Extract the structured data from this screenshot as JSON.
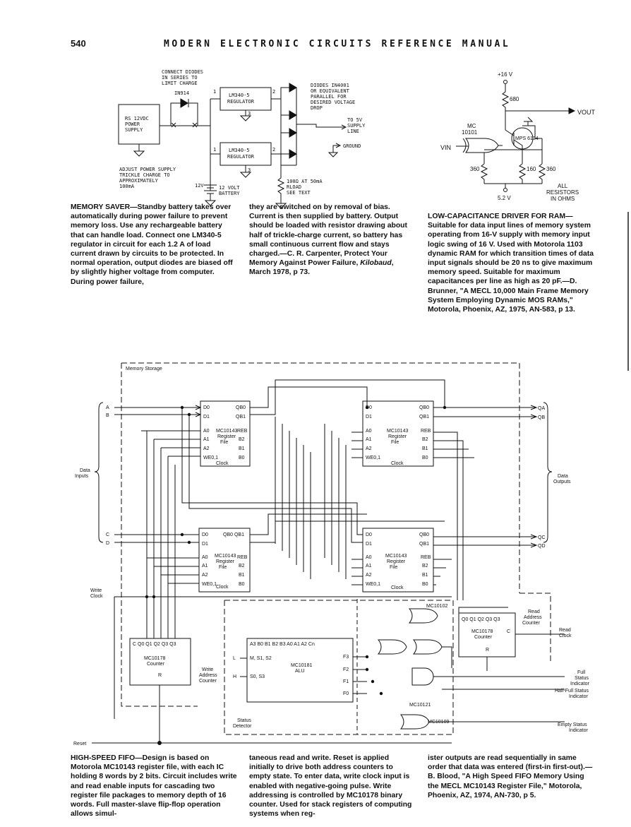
{
  "page": {
    "number": "540",
    "running_head": "MODERN ELECTRONIC CIRCUITS REFERENCE MANUAL"
  },
  "memory_saver": {
    "labels": {
      "connect_diodes": [
        "CONNECT DIODES",
        "IN SERIES TO",
        "LIMIT CHARGE"
      ],
      "in914": "IN914",
      "power_supply": [
        "RS 12VDC",
        "POWER",
        "SUPPLY"
      ],
      "adjust": [
        "ADJUST POWER SUPPLY",
        "TRICKLE CHARGE TO",
        "APPROXIMATELY",
        "100mA"
      ],
      "reg1": [
        "LM340-5",
        "REGULATOR"
      ],
      "reg2": [
        "LM340-5",
        "REGULATOR"
      ],
      "diodes_note": [
        "DIODES IN4001",
        "OR EQUIVALENT",
        "PARALLEL FOR",
        "DESIRED VOLTAGE",
        "DROP"
      ],
      "to_5v": [
        "TO 5V",
        "SUPPLY",
        "LINE"
      ],
      "ground": "GROUND",
      "v12": "12V",
      "battery": [
        "12 VOLT",
        "BATTERY"
      ],
      "load": [
        "100Ω AT 50mA",
        "RLOAD",
        "SEE TEXT"
      ],
      "pins": [
        "1",
        "2",
        "3",
        "1",
        "2",
        "3"
      ]
    },
    "caption_title": "MEMORY SAVER",
    "caption_col1": "—Standby battery takes over automatically during power failure to prevent memory loss. Use any rechargeable battery that can handle load. Connect one LM340-5 regulator in circuit for each 1.2 A of load current drawn by circuits to be protected. In normal operation, output diodes are biased off by slightly higher voltage from computer. During power failure,",
    "caption_col2a": "they are switched on by removal of bias. Current is then supplied by battery. Output should be loaded with resistor drawing about half of trickle-charge current, so battery has small continuous current flow and stays charged.—C. R. Carpenter, Protect Your Memory Against Power Failure, ",
    "caption_col2_italic": "Kilobaud",
    "caption_col2b": ", March 1978, p 73."
  },
  "low_cap": {
    "labels": {
      "v16": "+16 V",
      "r680": "680",
      "vout": "VOUT",
      "mc": [
        "MC",
        "10101"
      ],
      "vin": "VIN",
      "mps": "MPS 6134",
      "r360a": "360",
      "r160": "160",
      "r360b": "360",
      "v52": "5.2 V",
      "all_res": [
        "ALL",
        "RESISTORS",
        "IN OHMS"
      ]
    },
    "caption_title": "LOW-CAPACITANCE DRIVER FOR RAM",
    "caption": "—Suitable for data input lines of memory system operating from 16-V supply with memory input logic swing of 16 V. Used with Motorola 1103 dynamic RAM for which transition times of data input signals should be 20 ns to give maximum memory speed. Suitable for maximum capacitances per line as high as 20 pF.—D. Brunner, \"A MECL 10,000 Main Frame Memory System Employing Dynamic MOS RAMs,\" Motorola, Phoenix, AZ, 1975, AN-583, p 13."
  },
  "fifo": {
    "labels": {
      "memory_storage": "Memory Storage",
      "chip": "MC10143",
      "register": "Register",
      "file": "File",
      "clock": "Clock",
      "d0": "D0",
      "d1": "D1",
      "a0": "A0",
      "a1": "A1",
      "a2": "A2",
      "we01": "WE0,1",
      "qb0": "QB0",
      "qb1": "QB1",
      "reb": "REB",
      "b2": "B2",
      "b1": "B1",
      "b0": "B0",
      "qb0qb1": "QB0 QB1",
      "in_a": "A",
      "in_b": "B",
      "in_c": "C",
      "in_d": "D",
      "out_qa": "QA",
      "out_qb": "QB",
      "out_qc": "QC",
      "out_qd": "QD",
      "data_inputs": [
        "Data",
        "Inputs"
      ],
      "data_outputs": [
        "Data",
        "Outputs"
      ],
      "write_clock": [
        "Write",
        "Clock"
      ],
      "reset": "Reset",
      "counter_pins": "C  Q0 Q1 Q2 Q3 Q3",
      "mc10178": "MC10178",
      "counter": "Counter",
      "r": "R",
      "write_addr": [
        "Write",
        "Address",
        "Counter"
      ],
      "alu_pins": "A3  B0  B1  B2  B3 A0  A1  A2  Cn",
      "m_s1_s2": "M, S1, S2",
      "s0_s3": "S0, S3",
      "l": "L",
      "h": "H",
      "mc10181": "MC10181",
      "alu": "ALU",
      "f3": "F3",
      "f2": "F2",
      "f1": "F1",
      "f0": "F0",
      "status_detector": [
        "Status",
        "Detector"
      ],
      "mc10102": "MC10102",
      "mc10121": "MC10121",
      "mc10109": "MC10109",
      "read_counter_pins": "Q0 Q1 Q2 Q3 Q3",
      "read_addr": [
        "Read",
        "Address",
        "Counter"
      ],
      "read_clock": [
        "Read",
        "Clock"
      ],
      "full": [
        "Full",
        "Status",
        "Indicator"
      ],
      "half_full": [
        "Half-Full Status",
        "Indicator"
      ],
      "empty": [
        "Empty Status",
        "Indicator"
      ]
    },
    "caption_title": "HIGH-SPEED FIFO",
    "caption_col1": "—Design is based on Motorola MC10143 register file, with each IC holding 8 words by 2 bits. Circuit includes write and read enable inputs for cascading two register file packages to memory depth of 16 words. Full master-slave flip-flop operation allows simul-",
    "caption_col2": "taneous read and write. Reset is applied initially to drive both address counters to empty state. To enter data, write clock input is enabled with negative-going pulse. Write addressing is controlled by MC10178 binary counter. Used for stack registers of computing systems when reg-",
    "caption_col3": "ister outputs are read sequentially in same order that data was entered (first-in first-out).—B. Blood, \"A High Speed FIFO Memory Using the MECL MC10143 Register File,\" Motorola, Phoenix, AZ, 1974, AN-730, p 5."
  }
}
